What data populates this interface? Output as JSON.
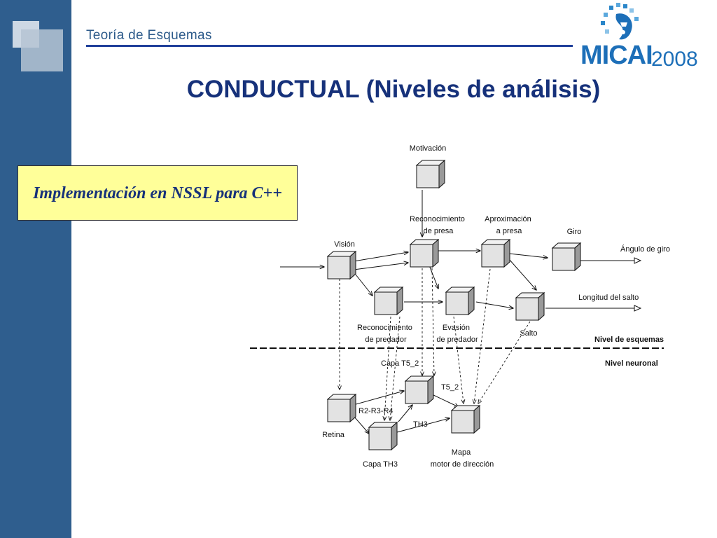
{
  "header": {
    "title": "Teoría de Esquemas"
  },
  "logo": {
    "word": "MICAI",
    "year": "2008"
  },
  "slide": {
    "title": "CONDUCTUAL (Niveles de análisis)"
  },
  "callout": {
    "text": "Implementación en  NSSL para C++"
  },
  "colors": {
    "sidebar": "#2f5e8e",
    "title": "#16317a",
    "callout_fill": "#ffff99",
    "logo": "#1d6fb8"
  },
  "diagram": {
    "labels": {
      "motivacion": "Motivación",
      "reconocimiento_presa": [
        "Reconocimiento",
        "de presa"
      ],
      "aproximacion_presa": [
        "Aproximación",
        "a presa"
      ],
      "giro": "Giro",
      "vision": "Visión",
      "angulo_giro": "Ángulo de giro",
      "longitud_salto": "Longitud del salto",
      "reconocimiento_predador": [
        "Reconocimiento",
        "de predador"
      ],
      "evasion_predador": [
        "Evasión",
        "de predador"
      ],
      "salto": "Salto",
      "nivel_esquemas": "Nivel de esquemas",
      "nivel_neuronal": "Nivel neuronal",
      "capa_t5_2": "Capa T5_2",
      "t5_2": "T5_2",
      "r2_r3_r4": "R2-R3-R4",
      "th3": "TH3",
      "retina": "Retina",
      "capa_th3": "Capa TH3",
      "mapa_motor": [
        "Mapa",
        "motor de dirección"
      ]
    }
  }
}
